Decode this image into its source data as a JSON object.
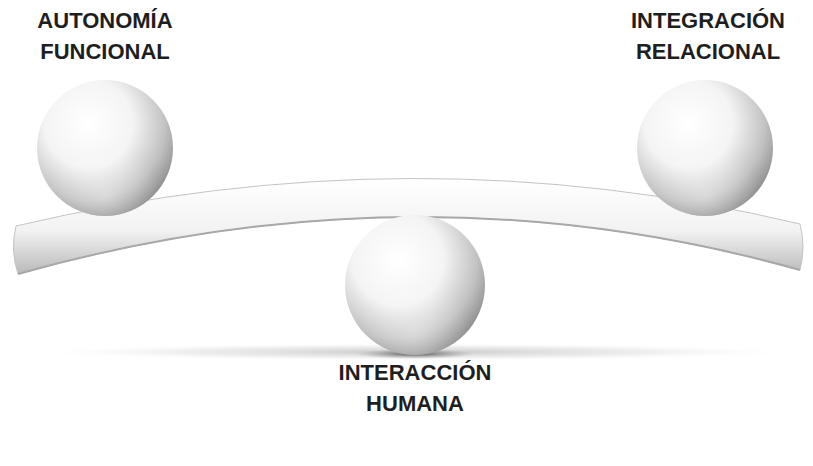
{
  "diagram": {
    "nodes": [
      {
        "text": [
          "AUTONOMÍA FUNCIONAL"
        ]
      },
      {
        "text": [
          "INTEGRACIÓN RELACIONAL"
        ]
      },
      {
        "text": [
          "INTERACCIÓN HUMANA"
        ]
      }
    ],
    "edges": []
  }
}
